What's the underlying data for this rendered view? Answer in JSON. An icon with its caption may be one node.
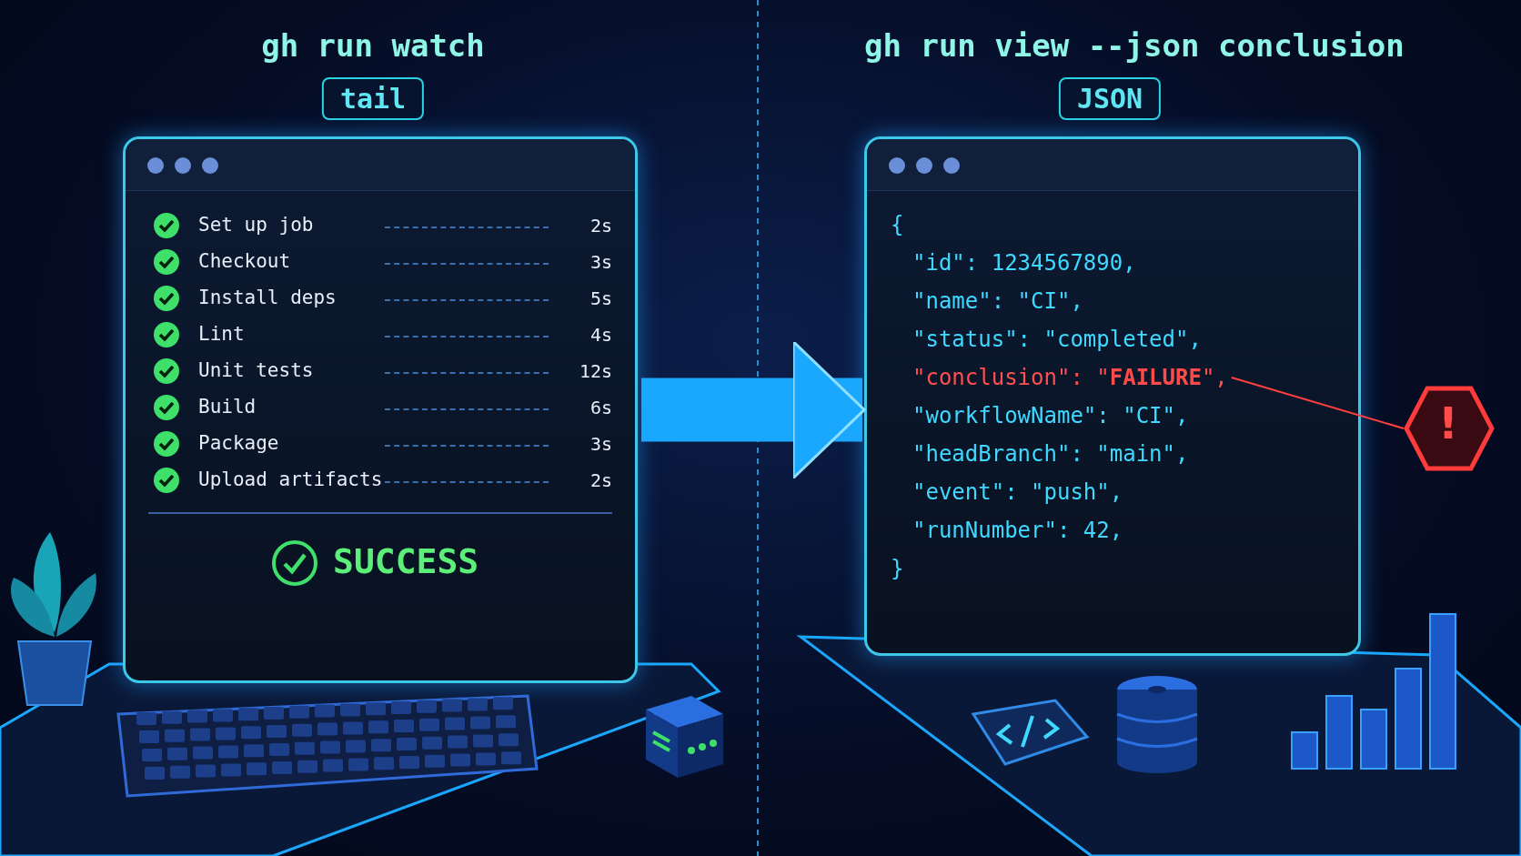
{
  "diagram": {
    "nodes": [
      {
        "text": [
          "gh run watch",
          "tail",
          "Set up job",
          "2s",
          "Checkout",
          "3s",
          "Install deps",
          "5s",
          "Lint",
          "4s",
          "Unit tests",
          "12s",
          "Build",
          "6s",
          "Package",
          "3s",
          "Upload artifacts",
          "2s",
          "SUCCESS"
        ]
      },
      {
        "text": [
          "gh run view --json conclusion",
          "JSON",
          "{",
          "\"id\": 1234567890,",
          "\"name\": \"CI\",",
          "\"status\": \"completed\",",
          "\"workflowName\": \"CI\",",
          "\"headBranch\": \"main\",",
          "\"event\": \"push\",",
          "\"runNumber\": 42,",
          "}"
        ]
      },
      {
        "text": [
          "\"conclusion\": \"**FAILURE**\","
        ],
        "in": 1
      },
      {
        "text": [
          "!"
        ]
      }
    ],
    "edges": [
      {
        "from": 0,
        "to": 1,
        "arrow": "to",
        "style": "thick"
      },
      {
        "from": 2,
        "to": 3,
        "arrow": "none",
        "color": "#ff4040"
      }
    ]
  }
}
